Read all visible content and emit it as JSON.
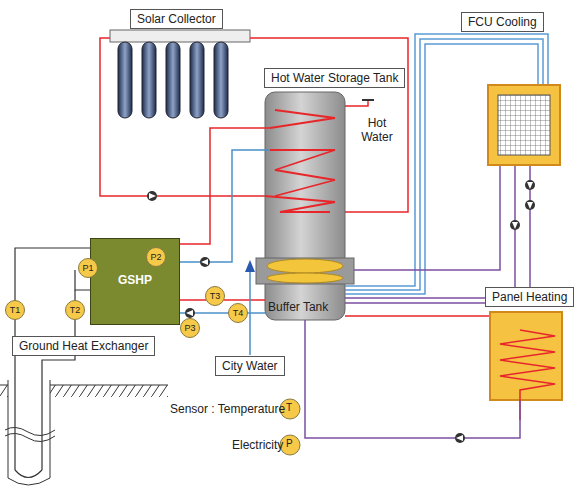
{
  "diagram": {
    "nodes": [
      {
        "text": [
          "Solar Collector"
        ]
      },
      {
        "text": [
          "FCU Cooling"
        ]
      },
      {
        "text": [
          "Hot Water Storage Tank"
        ]
      },
      {
        "text": [
          "GSHP"
        ]
      },
      {
        "text": [
          "P2"
        ],
        "in": 3
      },
      {
        "text": [
          "P1"
        ]
      },
      {
        "text": [
          "T1"
        ]
      },
      {
        "text": [
          "T2"
        ]
      },
      {
        "text": [
          "T3"
        ]
      },
      {
        "text": [
          "T4"
        ]
      },
      {
        "text": [
          "P3"
        ]
      },
      {
        "text": [
          "Panel Heating"
        ]
      },
      {
        "text": [
          "Ground Heat Exchanger"
        ]
      },
      {
        "text": [
          "City Water"
        ]
      }
    ],
    "labels": [
      "Hot Water",
      "Buffer Tank",
      "T",
      "P"
    ],
    "legend": [
      {
        "text": "Sensor :  Temperature"
      },
      {
        "text": "Electricity"
      }
    ]
  }
}
